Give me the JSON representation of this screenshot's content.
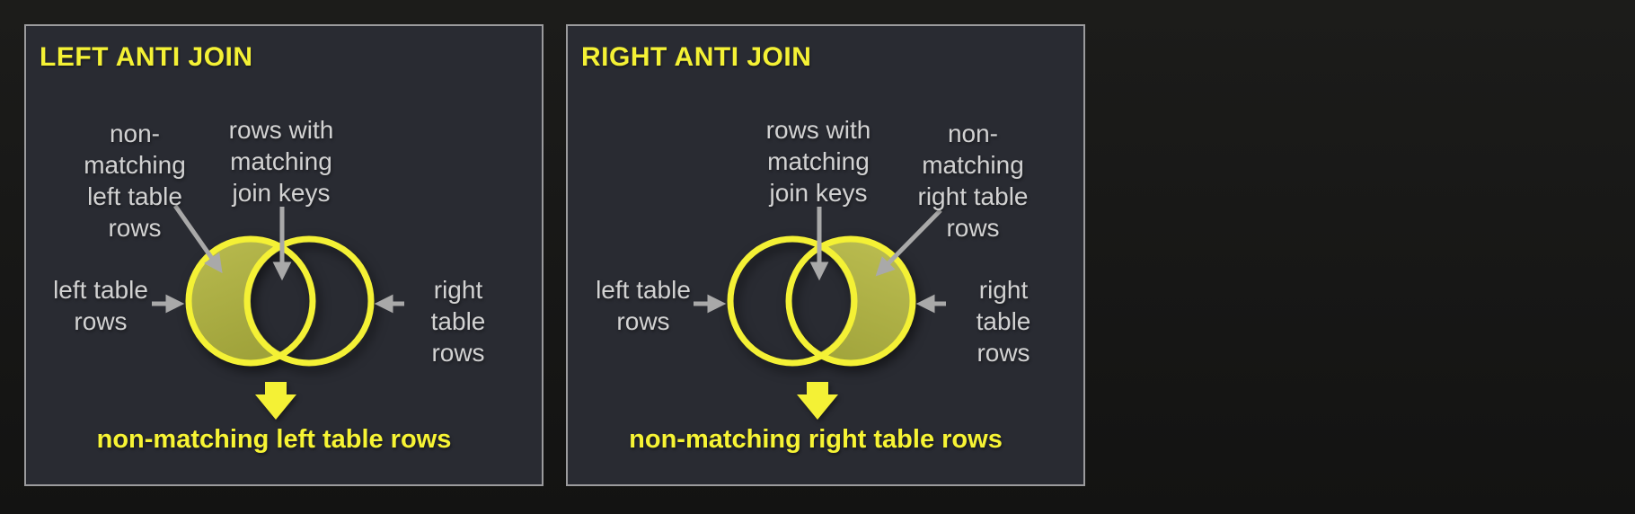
{
  "colors": {
    "page_background": "#181817",
    "panel_background": "#292b32",
    "panel_border": "#9b9b9d",
    "accent_yellow": "#f4f135",
    "shaded_region_olive": "#abad43",
    "label_gray": "#d2d2d2",
    "pointer_gray": "#a9a9a9"
  },
  "panels": [
    {
      "title": "LEFT ANTI JOIN",
      "shaded_side": "left",
      "labels": {
        "non_matching": "non-\nmatching\nleft table\nrows",
        "matching_keys": "rows with\nmatching\njoin keys",
        "left_table": "left table\nrows",
        "right_table": "right table\nrows"
      },
      "result": "non-matching left table rows"
    },
    {
      "title": "RIGHT ANTI JOIN",
      "shaded_side": "right",
      "labels": {
        "matching_keys": "rows with\nmatching\njoin keys",
        "non_matching": "non-\nmatching\nright table\nrows",
        "left_table": "left table\nrows",
        "right_table": "right table\nrows"
      },
      "result": "non-matching right table rows"
    }
  ]
}
